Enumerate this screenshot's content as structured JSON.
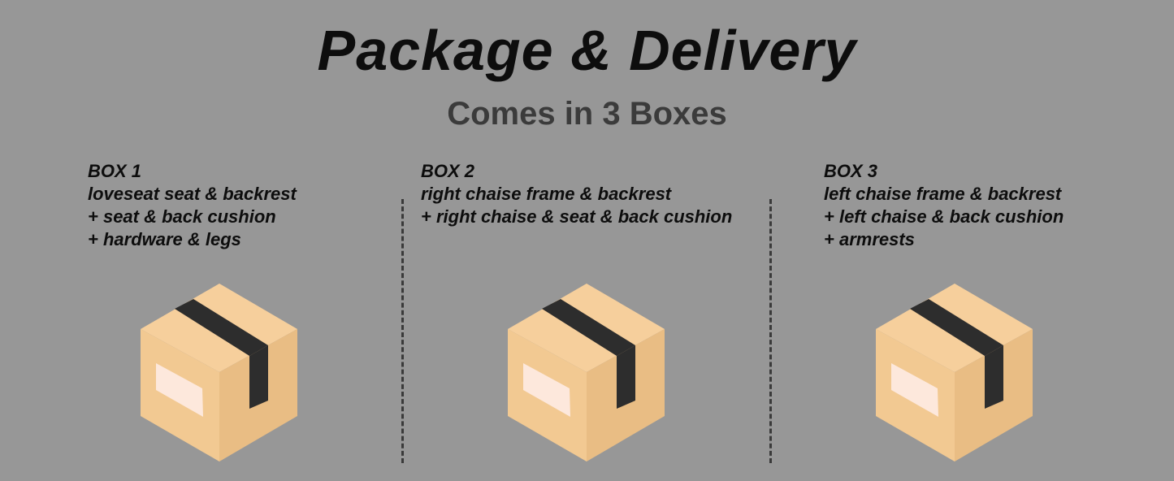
{
  "title": "Package & Delivery",
  "subtitle": "Comes in 3 Boxes",
  "boxes": [
    {
      "heading": "BOX 1",
      "lines": [
        "loveseat seat & backrest",
        "+ seat & back cushion",
        "+ hardware & legs"
      ]
    },
    {
      "heading": "BOX 2",
      "lines": [
        "right chaise frame & backrest",
        "+ right chaise & seat & back cushion"
      ]
    },
    {
      "heading": "BOX 3",
      "lines": [
        "left chaise frame & backrest",
        "+ left chaise & back cushion",
        "+ armrests"
      ]
    }
  ],
  "colors": {
    "background": "#979797",
    "box_top": "#f6cf9c",
    "box_left": "#f2c992",
    "box_right": "#e9bd84",
    "tape": "#2d2d2d",
    "label": "#fde8dc"
  }
}
